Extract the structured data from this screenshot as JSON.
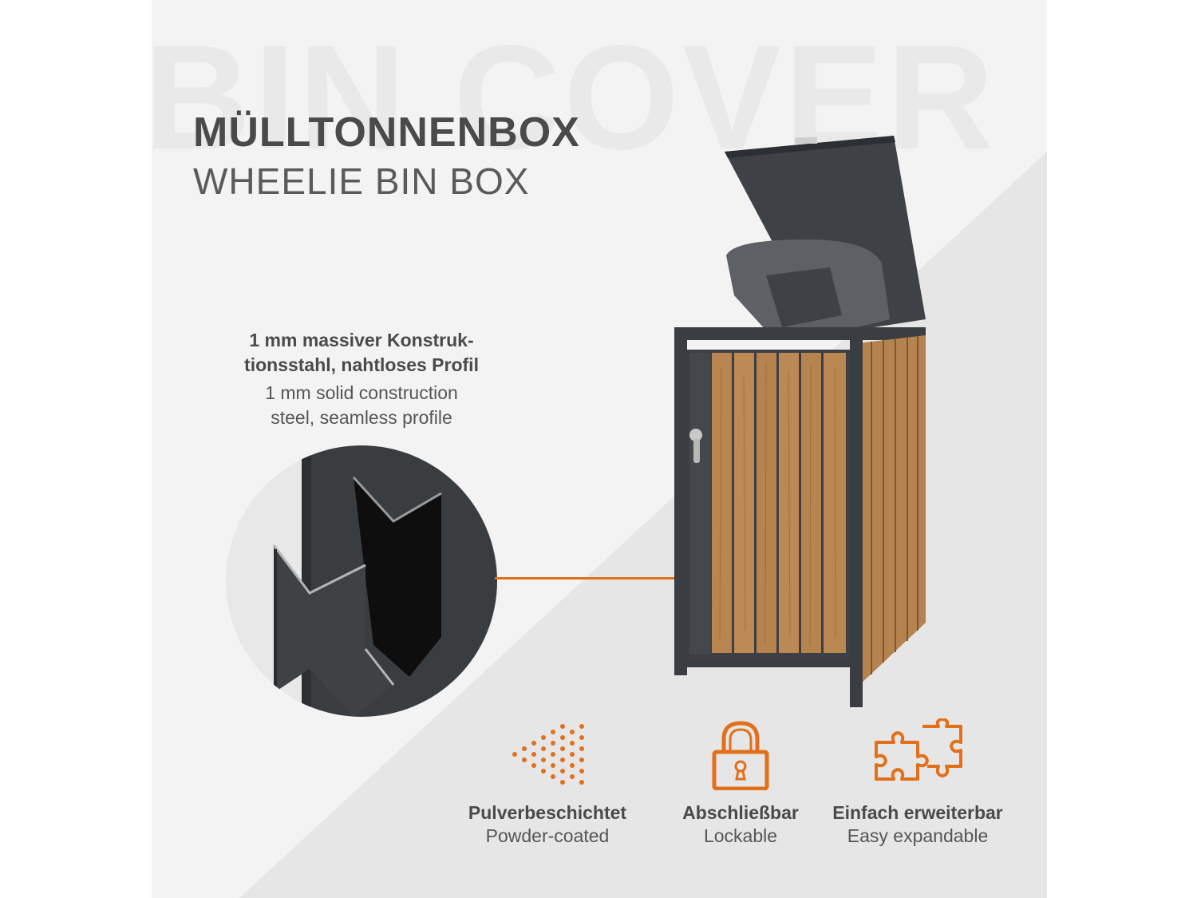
{
  "watermark": "BIN COVER",
  "header": {
    "title": "MÜLLTONNENBOX",
    "subtitle": "WHEELIE BIN BOX"
  },
  "callout": {
    "de_line1": "1 mm massiver Konstruk-",
    "de_line2": "tionsstahl, nahtloses Profil",
    "en_line1": "1 mm solid construction",
    "en_line2": "steel, seamless profile"
  },
  "features": [
    {
      "icon": "powder-spray-icon",
      "label": "Pulverbeschichtet",
      "sub": "Powder-coated"
    },
    {
      "icon": "padlock-icon",
      "label": "Abschließbar",
      "sub": "Lockable"
    },
    {
      "icon": "puzzle-icon",
      "label": "Einfach erweiterbar",
      "sub": "Easy expandable"
    }
  ],
  "colors": {
    "accent": "#e2701a",
    "steel": "#3d4044",
    "wood": "#b98550"
  }
}
